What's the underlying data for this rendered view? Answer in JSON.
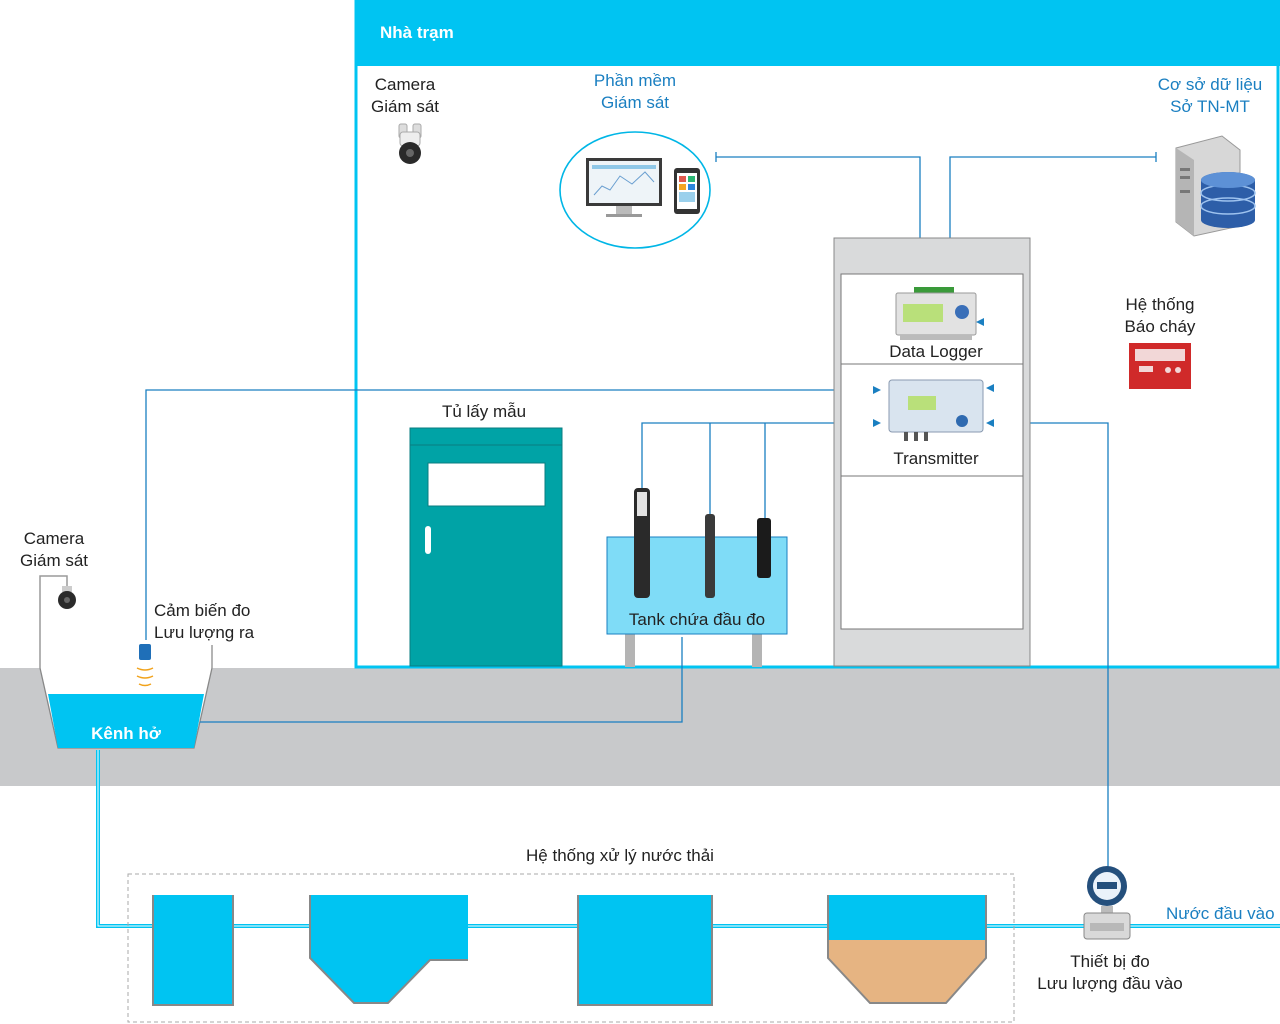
{
  "station": {
    "title": "Nhà trạm"
  },
  "camera_station": {
    "line1": "Camera",
    "line2": "Giám sát"
  },
  "software": {
    "line1": "Phần mềm",
    "line2": "Giám sát"
  },
  "database": {
    "line1": "Cơ sở dữ liệu",
    "line2": "Sở TN-MT"
  },
  "fire_alarm": {
    "line1": "Hệ thống",
    "line2": "Báo cháy"
  },
  "data_logger": {
    "label": "Data Logger"
  },
  "transmitter": {
    "label": "Transmitter"
  },
  "sampler": {
    "label": "Tủ lấy mẫu"
  },
  "tank": {
    "label": "Tank chứa đầu đo"
  },
  "camera_outdoor": {
    "line1": "Camera",
    "line2": "Giám sát"
  },
  "flow_out_sensor": {
    "line1": "Cảm biến đo",
    "line2": "Lưu lượng ra"
  },
  "open_channel": {
    "label": "Kênh hở"
  },
  "treatment": {
    "label": "Hệ thống xử lý nước thải"
  },
  "inflow_meter": {
    "line1": "Thiết bị đo",
    "line2": "Lưu lượng đầu vào"
  },
  "inflow": {
    "label": "Nước đầu vào"
  },
  "colors": {
    "cyan": "#00c4f2",
    "line_blue": "#1a7fc1",
    "ground": "#c8c9cb",
    "cabinet_teal": "#00a3a6",
    "tank_fill": "#7fdcf7",
    "sludge": "#e6b482"
  }
}
